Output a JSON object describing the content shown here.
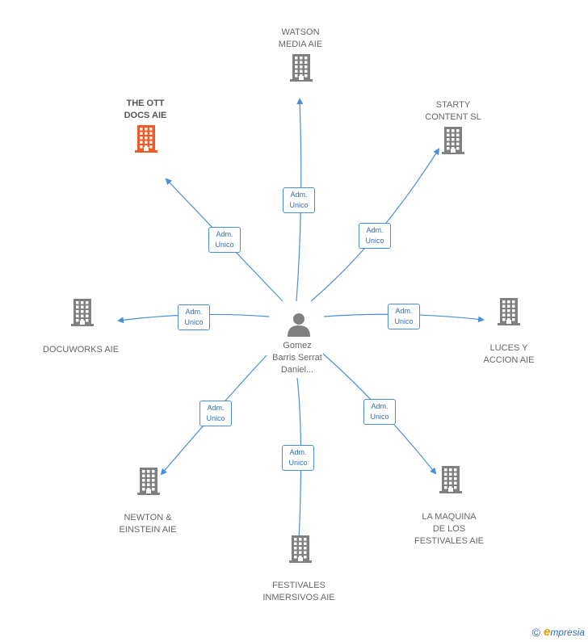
{
  "center": {
    "label": "Gomez\nBarris Serrat\nDaniel..."
  },
  "nodes": [
    {
      "id": "watson",
      "label": "WATSON\nMEDIA  AIE",
      "highlight": false,
      "role": "Adm.\nUnico"
    },
    {
      "id": "starty",
      "label": "STARTY\nCONTENT  SL",
      "highlight": false,
      "role": "Adm.\nUnico"
    },
    {
      "id": "luces",
      "label": "LUCES Y\nACCION AIE",
      "highlight": false,
      "role": "Adm.\nUnico"
    },
    {
      "id": "maquina",
      "label": "LA MAQUINA\nDE LOS\nFESTIVALES AIE",
      "highlight": false,
      "role": "Adm.\nUnico"
    },
    {
      "id": "festivales",
      "label": "FESTIVALES\nINMERSIVOS AIE",
      "highlight": false,
      "role": "Adm.\nUnico"
    },
    {
      "id": "newton",
      "label": "NEWTON &\nEINSTEIN AIE",
      "highlight": false,
      "role": "Adm.\nUnico"
    },
    {
      "id": "docuworks",
      "label": "DOCUWORKS AIE",
      "highlight": false,
      "role": "Adm.\nUnico"
    },
    {
      "id": "ott",
      "label": "THE OTT\nDOCS AIE",
      "highlight": true,
      "role": "Adm.\nUnico"
    }
  ],
  "colors": {
    "edge": "#4a8fd6",
    "building": "#808080",
    "building_highlight": "#f05a28",
    "person": "#808080"
  },
  "footer": {
    "copyright": "©",
    "brand_first": "e",
    "brand_rest": "mpresia"
  }
}
